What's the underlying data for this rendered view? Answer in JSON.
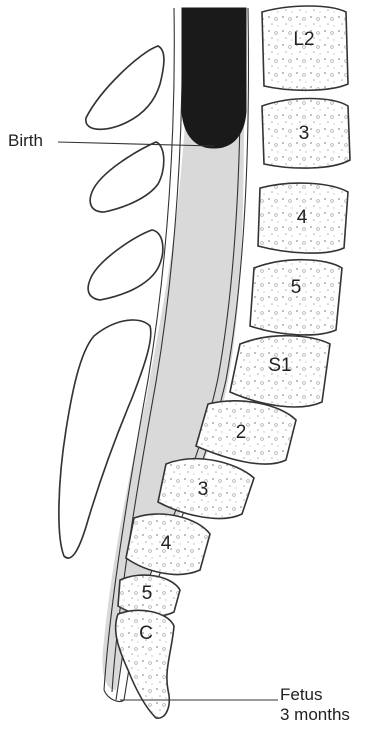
{
  "labels": {
    "birth": "Birth",
    "fetus_line1": "Fetus",
    "fetus_line2": "3 months"
  },
  "vertebrae": [
    "L2",
    "3",
    "4",
    "5",
    "S1",
    "2",
    "3",
    "4",
    "5",
    "C"
  ],
  "colors": {
    "outline": "#333333",
    "dural_sac_fill": "#d9d9d9",
    "spinal_cord_birth_fill": "#1a1a1a",
    "background": "#ffffff"
  }
}
